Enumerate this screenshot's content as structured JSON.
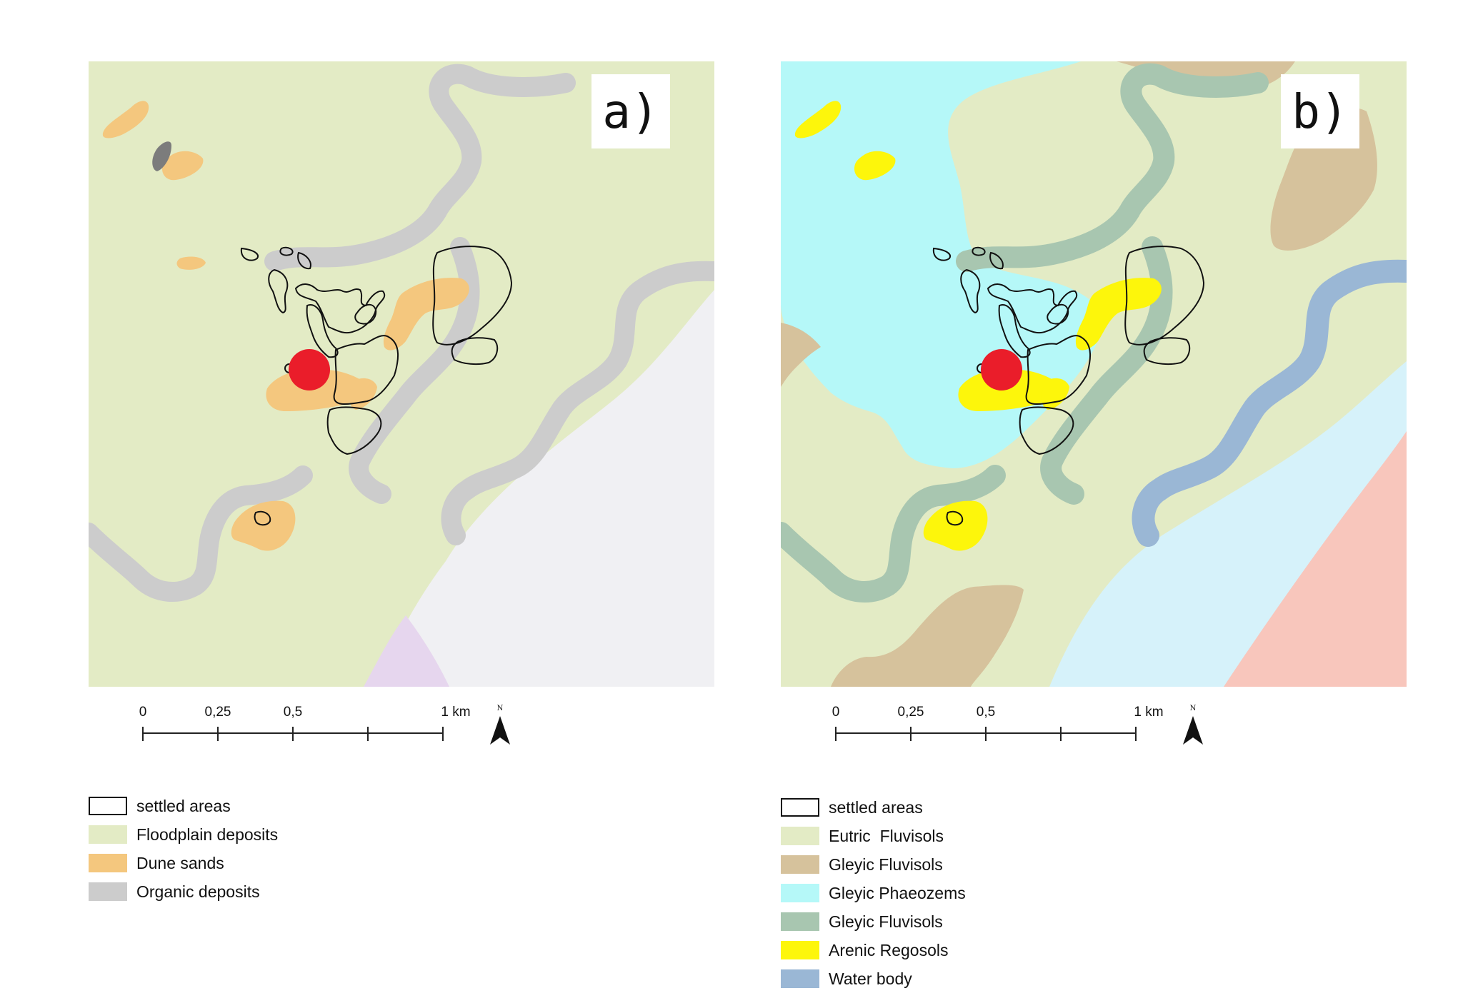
{
  "panels": [
    {
      "label": "a)",
      "colors": {
        "background": "#e3ebc5",
        "dune": "#f4c77e",
        "organic": "#cccccc",
        "dark_patch": "#7c7c7c",
        "terrace": "#f0f0f3",
        "lilac": "#e6d6ee",
        "site_marker": "#ea1d2a"
      },
      "legend": [
        {
          "label": "settled areas",
          "color": "#ffffff",
          "outline": true
        },
        {
          "label": "Floodplain deposits",
          "color": "#e3ebc5"
        },
        {
          "label": "Dune sands",
          "color": "#f4c77e"
        },
        {
          "label": "Organic deposits",
          "color": "#cccccc"
        }
      ]
    },
    {
      "label": "b)",
      "colors": {
        "background": "#e3ebc5",
        "phaeozem": "#b5f8f8",
        "gleyic_brown": "#d6c29c",
        "gleyic_green": "#a8c6b0",
        "arenic": "#fdf60b",
        "water": "#9ab7d5",
        "light_blue": "#d6f2fa",
        "salmon": "#f8c6bc",
        "site_marker": "#ea1d2a"
      },
      "legend": [
        {
          "label": "settled areas",
          "color": "#ffffff",
          "outline": true
        },
        {
          "label": "Eutric  Fluvisols",
          "color": "#e3ebc5"
        },
        {
          "label": "Gleyic Fluvisols",
          "color": "#d6c29c"
        },
        {
          "label": "Gleyic Phaeozems",
          "color": "#b5f8f8"
        },
        {
          "label": "Gleyic Fluvisols",
          "color": "#a8c6b0"
        },
        {
          "label": "Arenic Regosols",
          "color": "#fdf60b"
        },
        {
          "label": "Water body",
          "color": "#9ab7d5"
        }
      ]
    }
  ],
  "scale": {
    "ticks": [
      "0",
      "0,25",
      "0,5",
      "",
      "1 km"
    ],
    "north_label": "N"
  }
}
